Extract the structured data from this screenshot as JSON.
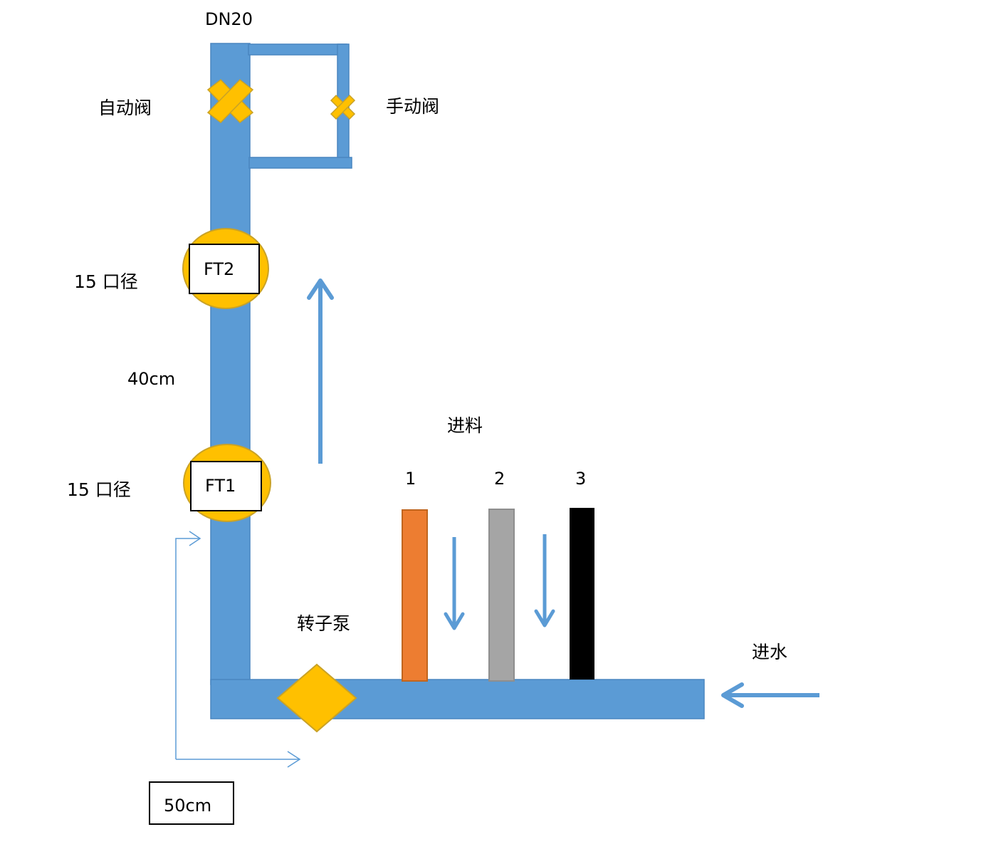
{
  "colors": {
    "pipe": "#5B9BD5",
    "pipe_edge": "#4A86C0",
    "valve": "#FFC000",
    "valve_edge": "#C9A227",
    "feed_1": "#ED7D31",
    "feed_2": "#A5A5A5",
    "feed_3": "#000000",
    "arrow": "#5B9BD5"
  },
  "labels": {
    "pipe_size": "DN20",
    "auto_valve": "自动阀",
    "manual_valve": "手动阀",
    "ft2_caliber": "15 口径",
    "ft1_caliber": "15 口径",
    "distance_vertical": "40cm",
    "distance_horizontal": "50cm",
    "feed": "进料",
    "rotor_pump": "转子泵",
    "water_inlet": "进水"
  },
  "meters": [
    {
      "id": "ft2",
      "label": "FT2"
    },
    {
      "id": "ft1",
      "label": "FT1"
    }
  ],
  "feed_tubes": [
    {
      "number": "1",
      "color": "#ED7D31"
    },
    {
      "number": "2",
      "color": "#A5A5A5"
    },
    {
      "number": "3",
      "color": "#000000"
    }
  ]
}
